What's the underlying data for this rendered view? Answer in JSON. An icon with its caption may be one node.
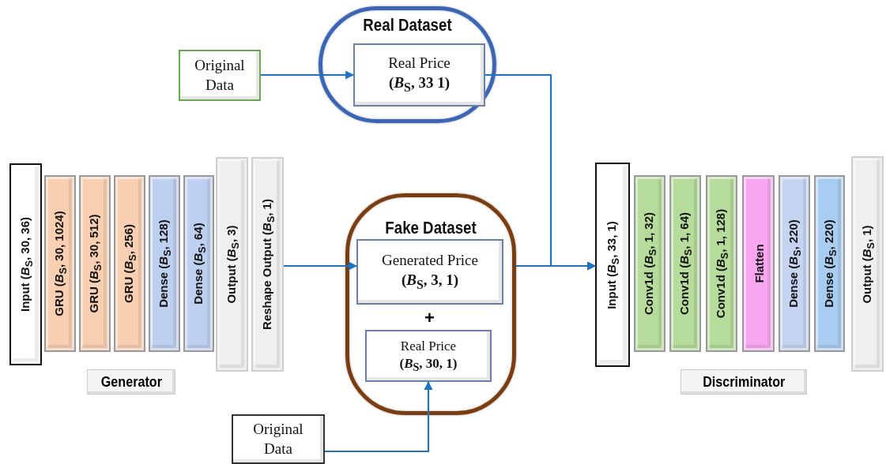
{
  "diagram": {
    "nodes": [
      {
        "text": [
          "Original Data"
        ]
      },
      {
        "text": [
          "Real Dataset"
        ]
      },
      {
        "text": [
          "Real Price",
          "(*B*$_{S}$, 33 1)"
        ],
        "in": 1
      },
      {
        "text": [
          "Input (*B*$_{S}$, 30, 36)"
        ]
      },
      {
        "text": [
          "GRU (*B*$_{S}$, 30, 1024)"
        ]
      },
      {
        "text": [
          "GRU (*B*$_{S}$, 30, 512)"
        ]
      },
      {
        "text": [
          "GRU (*B*$_{S}$, 256)"
        ]
      },
      {
        "text": [
          "Dense (*B*$_{S}$,  128)"
        ]
      },
      {
        "text": [
          "Dense (*B*$_{S}$,  64)"
        ]
      },
      {
        "text": [
          "Output (*B*$_{S}$,  3)"
        ]
      },
      {
        "text": [
          "Reshape Output (*B*$_{S}$,  1)"
        ]
      },
      {
        "text": [
          "Generator"
        ]
      },
      {
        "text": [
          "Fake Dataset"
        ]
      },
      {
        "text": [
          "Generated Price",
          "(*B*$_{S}$, 3, 1)"
        ],
        "in": 12
      },
      {
        "text": [
          "Real Price",
          "(*B*$_{S}$, 30, 1)"
        ],
        "in": 12
      },
      {
        "text": [
          "Original Data"
        ]
      },
      {
        "text": [
          "Input (*B*$_{S}$, 33, 1)"
        ]
      },
      {
        "text": [
          "Conv1d (*B*$_{S}$, 1, 32)"
        ]
      },
      {
        "text": [
          "Conv1d (*B*$_{S}$, 1, 64)"
        ]
      },
      {
        "text": [
          "Conv1d (*B*$_{S}$, 1, 128)"
        ]
      },
      {
        "text": [
          "Flatten"
        ]
      },
      {
        "text": [
          "Dense (*B*$_{S}$,  220)"
        ]
      },
      {
        "text": [
          "Dense (*B*$_{S}$,  220)"
        ]
      },
      {
        "text": [
          "Output (*B*$_{S}$,  1)"
        ]
      },
      {
        "text": [
          "Discriminator"
        ]
      }
    ],
    "edges": [
      {
        "from": 0,
        "to": 2,
        "arrow": "to"
      },
      {
        "from": 2,
        "to": 16,
        "arrow": "to"
      },
      {
        "from": 10,
        "to": 13,
        "arrow": "to"
      },
      {
        "from": 12,
        "to": 16,
        "arrow": "to"
      },
      {
        "from": 15,
        "to": 14,
        "arrow": "to"
      }
    ],
    "labels": [
      "+"
    ]
  }
}
